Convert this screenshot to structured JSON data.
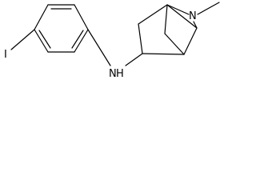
{
  "molecule": {
    "atoms": {
      "iodine": "I",
      "amine_nitrogen": "N",
      "amine_hydrogen": "H",
      "bridge_nitrogen": "N"
    },
    "colors": {
      "bond": "#000000",
      "label": "#000000",
      "background": "#ffffff"
    }
  }
}
